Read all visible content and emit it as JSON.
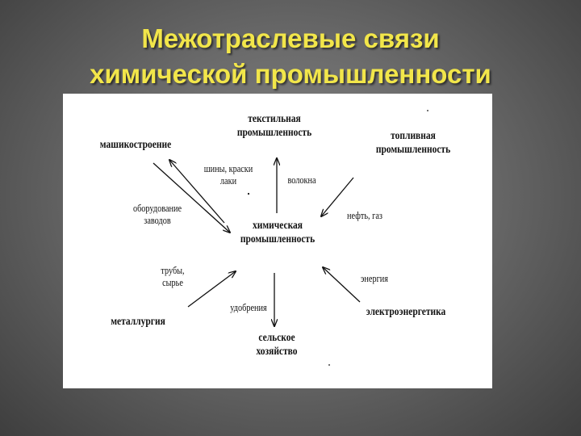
{
  "slide": {
    "title_line1": "Межотраслевые  связи",
    "title_line2": "химической промышленности"
  },
  "diagram": {
    "center": {
      "line1": "химическая",
      "line2": "промышленность"
    },
    "nodes": {
      "textile": {
        "line1": "текстильная",
        "line2": "промышленность"
      },
      "machine": "машикостроение",
      "fuel": {
        "line1": "топливная",
        "line2": "промышленность"
      },
      "metallurgy": "металлургия",
      "power": "электроэнергетика",
      "agriculture": {
        "line1": "сельское",
        "line2": "хозяйство"
      }
    },
    "labels": {
      "tires": {
        "line1": "шины, краски",
        "line2": "лаки"
      },
      "fibers": "волокна",
      "equipment": {
        "line1": "оборудование",
        "line2": "заводов"
      },
      "oil_gas": "нефть, газ",
      "pipes": {
        "line1": "трубы,",
        "line2": "сырье"
      },
      "energy": "энергия",
      "fertilizer": "удобрения"
    },
    "colors": {
      "title": "#f2e64a",
      "line": "#111111"
    }
  }
}
